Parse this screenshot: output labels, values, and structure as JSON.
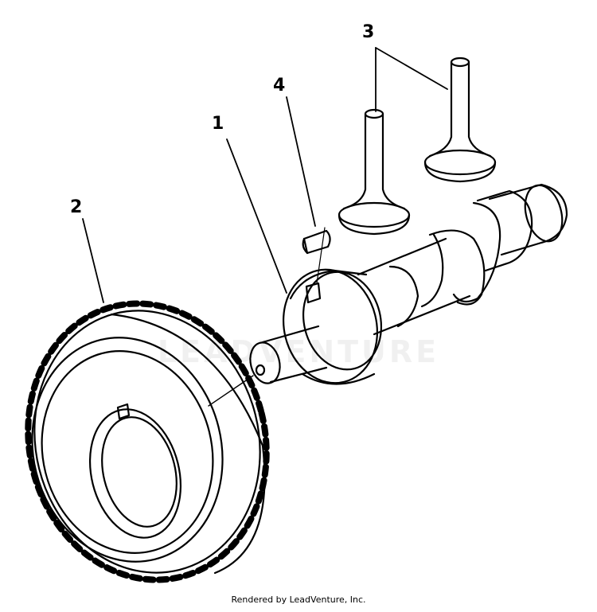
{
  "callouts": {
    "camshaft": "1",
    "cam_gear": "2",
    "valves": "3",
    "key": "4"
  },
  "watermark": "LEADVENTURE",
  "footer": "Rendered by LeadVenture, Inc.",
  "colors": {
    "line": "#000000",
    "background": "#ffffff"
  }
}
